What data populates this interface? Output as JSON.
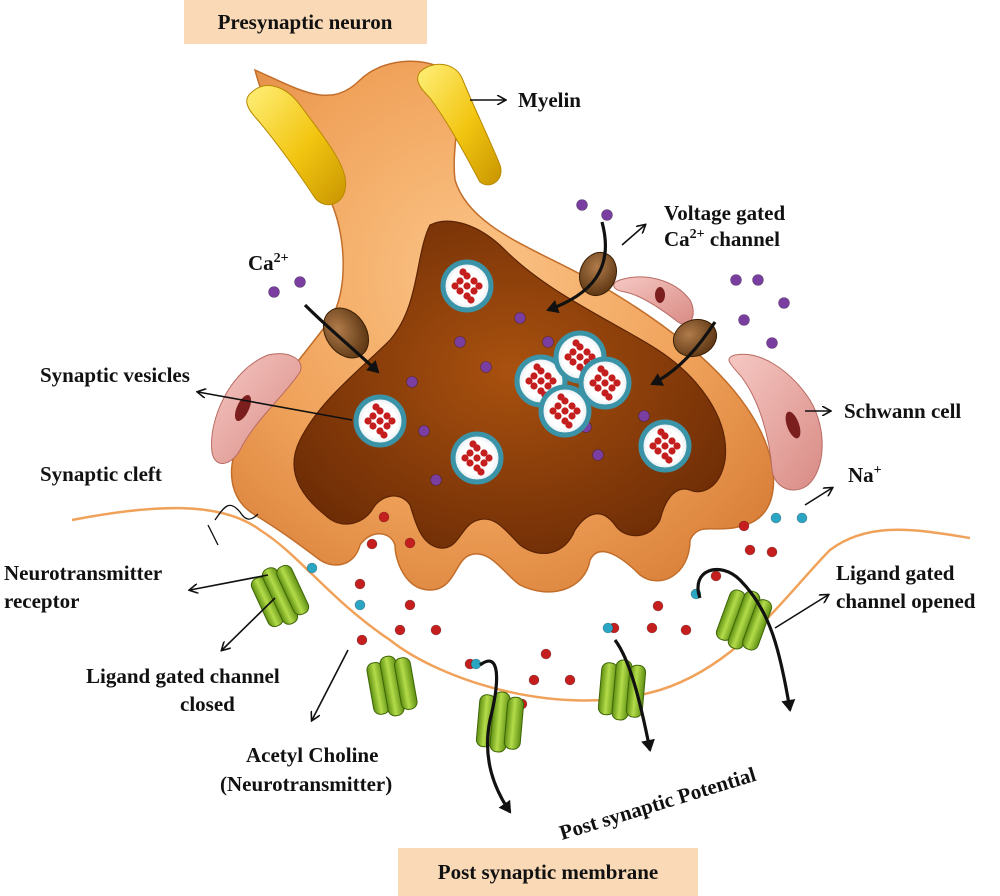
{
  "banners": {
    "top": "Presynaptic neuron",
    "bottom": "Post synaptic  membrane"
  },
  "labels": {
    "myelin": "Myelin",
    "voltage_gated_line1": "Voltage gated",
    "voltage_gated_ca": "Ca",
    "voltage_gated_sup": "2+",
    "voltage_gated_rest": " channel",
    "ca_ion": "Ca",
    "ca_sup": "2+",
    "synaptic_vesicles": "Synaptic vesicles",
    "schwann_cell": "Schwann cell",
    "synaptic_cleft": "Synaptic cleft",
    "na_ion": "Na",
    "na_sup": "+",
    "neurotransmitter_receptor_line1": "Neurotransmitter",
    "neurotransmitter_receptor_line2": "receptor",
    "ligand_closed_line1": "Ligand gated channel",
    "ligand_closed_line2": "closed",
    "ligand_opened_line1": "Ligand gated",
    "ligand_opened_line2": "channel opened",
    "acetylcholine_line1": "Acetyl Choline",
    "acetylcholine_line2": "(Neurotransmitter)",
    "post_synaptic_potential": "Post synaptic Potential"
  },
  "colors": {
    "neuron_outer": "#f0a25a",
    "neuron_inner": "#8b3a08",
    "myelin": "#f2c511",
    "schwann": "#e9a9a4",
    "vesicle_ring": "#3a93a6",
    "neurotransmitter": "#c41e1e",
    "calcium": "#7a3ea0",
    "sodium": "#2aa6c4",
    "channel": "#8bbb2a",
    "membrane_line": "#f0a25a",
    "banner_bg": "#f9d9b6"
  }
}
